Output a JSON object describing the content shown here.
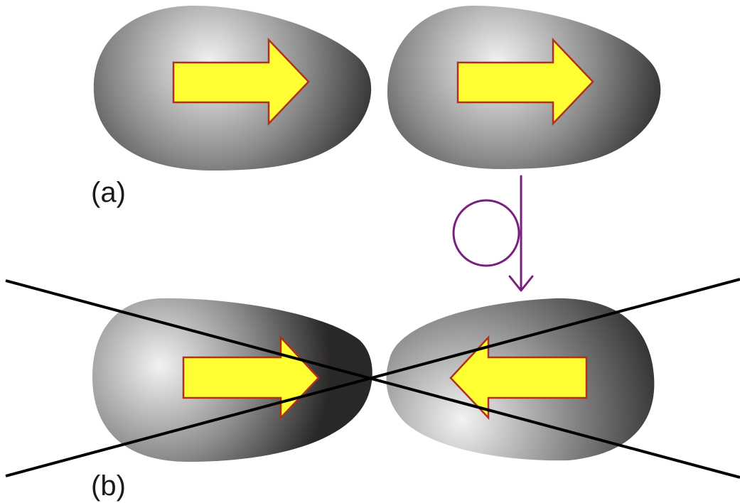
{
  "labels": {
    "panel_a": "(a)",
    "panel_b": "(b)"
  },
  "colors": {
    "arrow_fill": "#ffff33",
    "arrow_stroke": "#b03018",
    "blob_highlight": "#f2f2f2",
    "blob_mid": "#8a8a8a",
    "blob_edge": "#2a2727",
    "rotation_symbol": "#7a1f7e",
    "cross_lines": "#000000"
  },
  "panels": [
    {
      "id": "a",
      "lobes": [
        {
          "id": "top-left-lobe",
          "arrow_direction": "right"
        },
        {
          "id": "top-right-lobe",
          "arrow_direction": "right"
        }
      ]
    },
    {
      "id": "b",
      "lobes": [
        {
          "id": "bottom-left-lobe",
          "arrow_direction": "right"
        },
        {
          "id": "bottom-right-lobe",
          "arrow_direction": "left"
        }
      ],
      "crossed_out": true
    }
  ],
  "transition_symbol": "rotation-arrow"
}
